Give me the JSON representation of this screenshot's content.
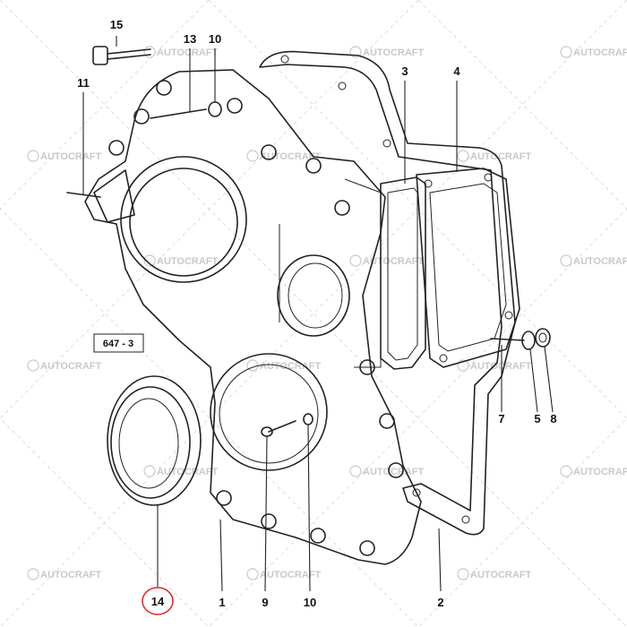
{
  "diagram": {
    "reference_code": "647 - 3",
    "watermark_text": "AUTOCRAFT",
    "highlight_color": "#e32222",
    "line_color": "#222222",
    "callouts": [
      {
        "id": "c15",
        "label": "15"
      },
      {
        "id": "c13",
        "label": "13"
      },
      {
        "id": "c10a",
        "label": "10"
      },
      {
        "id": "c11",
        "label": "11"
      },
      {
        "id": "c3",
        "label": "3"
      },
      {
        "id": "c4",
        "label": "4"
      },
      {
        "id": "c7",
        "label": "7"
      },
      {
        "id": "c5",
        "label": "5"
      },
      {
        "id": "c8",
        "label": "8"
      },
      {
        "id": "c14",
        "label": "14",
        "highlighted": true
      },
      {
        "id": "c1",
        "label": "1"
      },
      {
        "id": "c9",
        "label": "9"
      },
      {
        "id": "c10b",
        "label": "10"
      },
      {
        "id": "c2",
        "label": "2"
      }
    ]
  }
}
